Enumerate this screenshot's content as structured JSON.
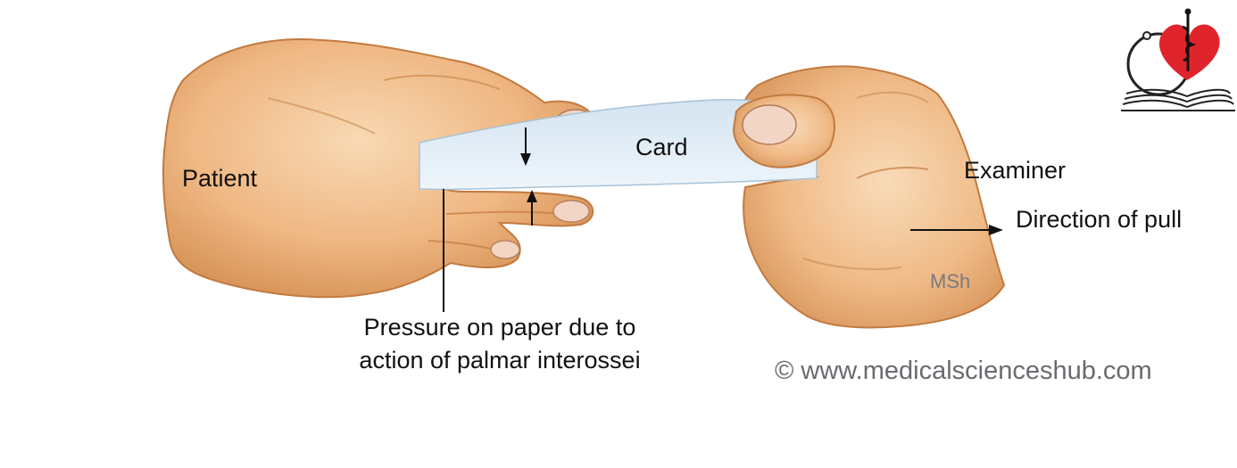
{
  "labels": {
    "card": "Card",
    "patient": "Patient",
    "examiner": "Examiner",
    "direction": "Direction of pull",
    "pressure_line1": "Pressure on paper due to",
    "pressure_line2": "action of palmar interossei",
    "signature": "MSh",
    "copyright": "© www.medicalscienceshub.com"
  },
  "colors": {
    "skin_light": "#f4c79a",
    "skin_mid": "#e8a46a",
    "skin_dark": "#c97a3e",
    "nail": "#f1d4c3",
    "card": "#e3eef7",
    "logo_heart": "#e0242b",
    "text": "#111111"
  },
  "icons": [
    "medical-logo-icon",
    "heart-icon",
    "caduceus-icon",
    "stethoscope-icon",
    "open-book-icon"
  ]
}
